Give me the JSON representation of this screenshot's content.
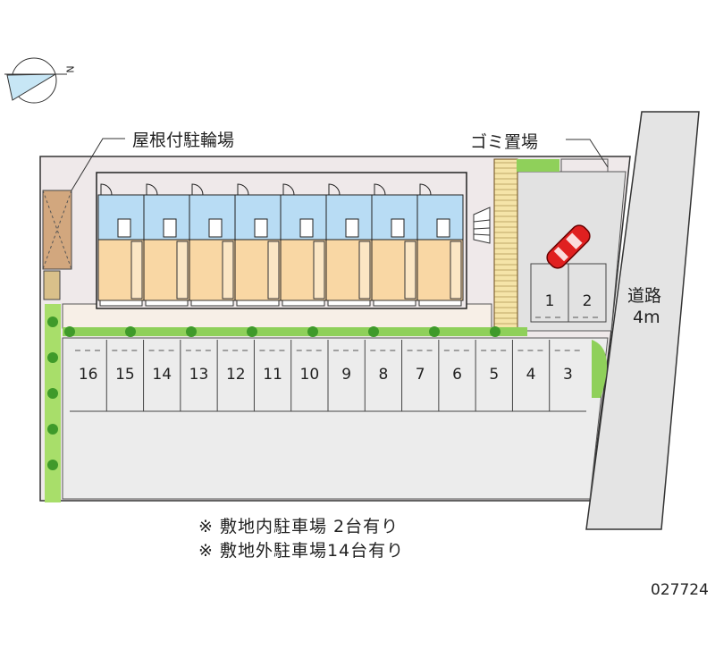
{
  "labels": {
    "bicycle_parking": "屋根付駐輪場",
    "garbage": "ゴミ置場",
    "road_name": "道路",
    "road_width": "4m"
  },
  "notes": [
    "※ 敷地内駐車場 2台有り",
    "※ 敷地外駐車場14台有り"
  ],
  "property_id": "027724",
  "compass": {
    "north_label": "N"
  },
  "units_count": 8,
  "parking_onsite": [
    "1",
    "2"
  ],
  "parking_row": [
    "16",
    "15",
    "14",
    "13",
    "12",
    "11",
    "10",
    "9",
    "8",
    "7",
    "6",
    "5",
    "4",
    "3"
  ],
  "colors": {
    "ground": "#efe9ea",
    "parking": "#eeeeee",
    "road": "#e4e4e4",
    "wet_area": "#b8dcf4",
    "room": "#f9d7a4",
    "bike": "#d2a77e",
    "hedge": "#7cc444",
    "car": "#e02020"
  }
}
